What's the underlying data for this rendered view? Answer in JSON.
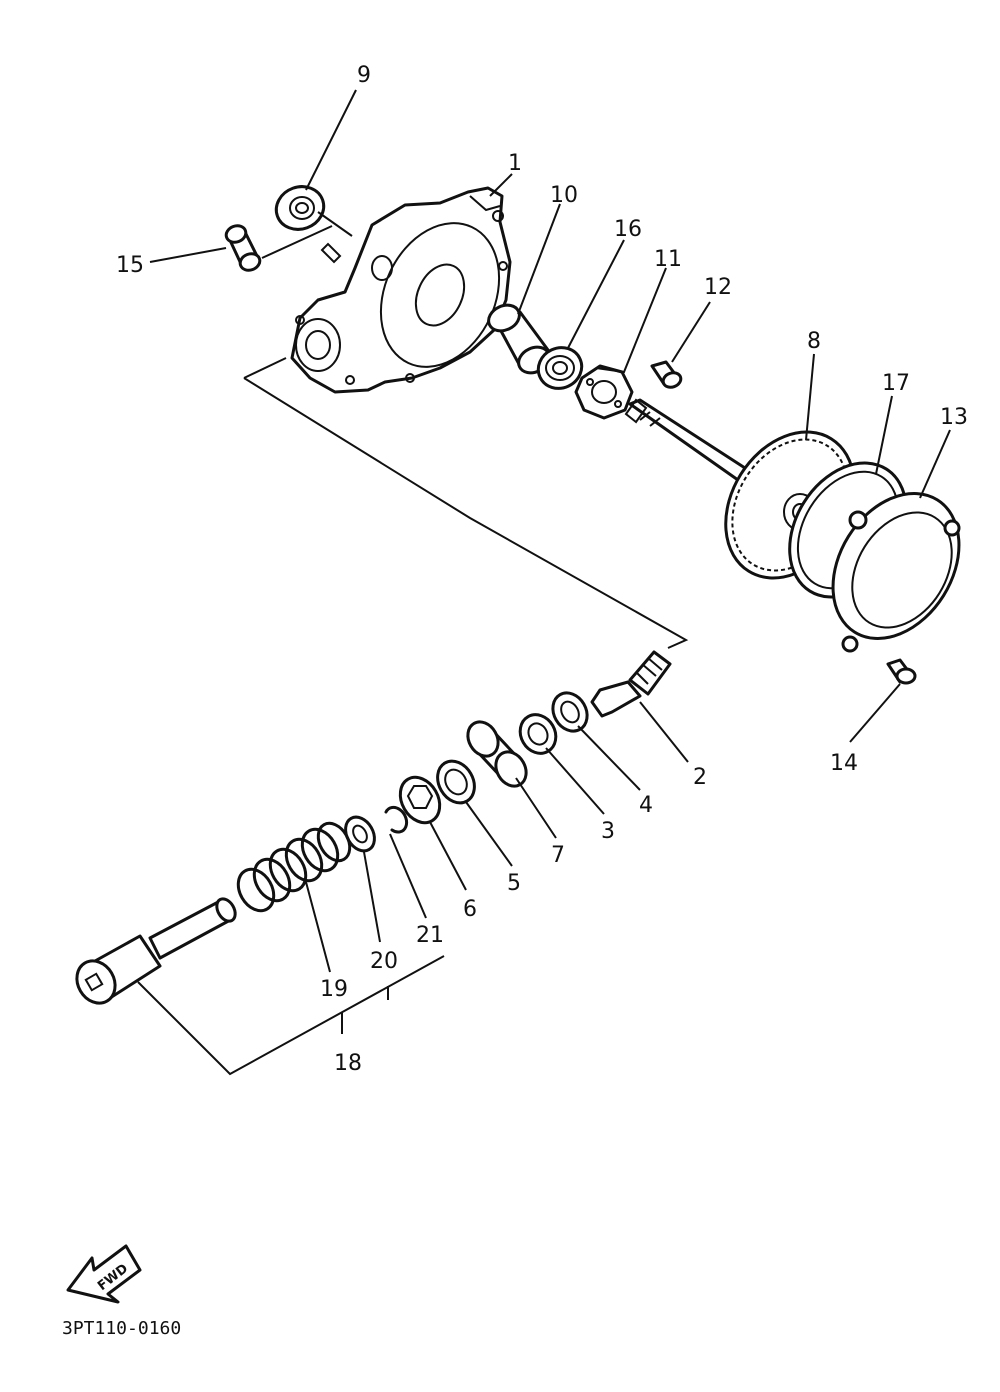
{
  "callouts": {
    "n1": "1",
    "n2": "2",
    "n3": "3",
    "n4": "4",
    "n5": "5",
    "n6": "6",
    "n7": "7",
    "n8": "8",
    "n9": "9",
    "n10": "10",
    "n11": "11",
    "n12": "12",
    "n13": "13",
    "n14": "14",
    "n15": "15",
    "n16": "16",
    "n17": "17",
    "n18": "18",
    "n19": "19",
    "n20": "20",
    "n21": "21"
  },
  "fwd_label": "FWD",
  "drawing_code": "3PT110-0160"
}
